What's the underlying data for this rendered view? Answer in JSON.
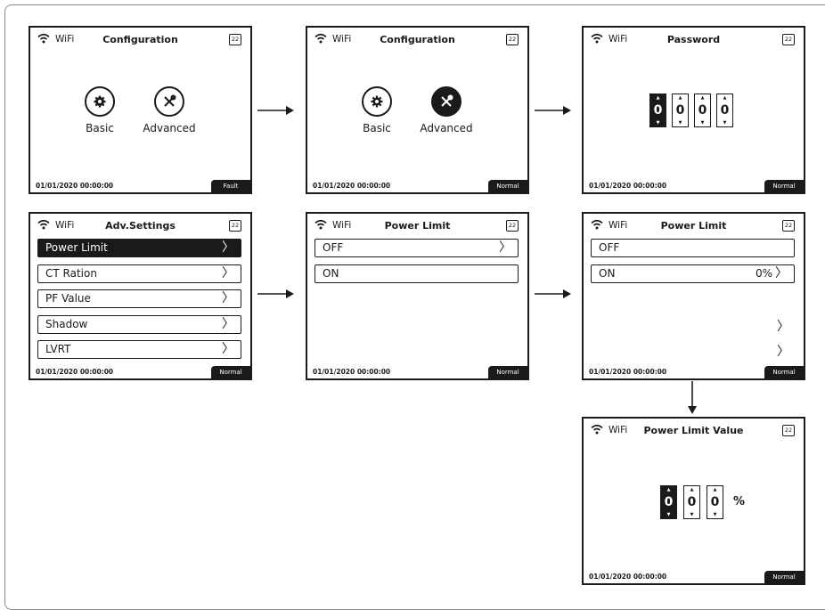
{
  "header": {
    "wifi_label": "WiFi",
    "badge": "22"
  },
  "screens": {
    "s1": {
      "title": "Configuration",
      "basic": "Basic",
      "advanced": "Advanced",
      "date": "01/01/2020  00:00:00",
      "status": "Fault"
    },
    "s2": {
      "title": "Configuration",
      "basic": "Basic",
      "advanced": "Advanced",
      "date": "01/01/2020  00:00:00",
      "status": "Normal"
    },
    "s3": {
      "title": "Password",
      "digits": [
        "0",
        "0",
        "0",
        "0"
      ],
      "date": "01/01/2020  00:00:00",
      "status": "Normal"
    },
    "s4": {
      "title": "Adv.Settings",
      "items": [
        "Power Limit",
        "CT Ration",
        "PF Value",
        "Shadow",
        "LVRT"
      ],
      "date": "01/01/2020  00:00:00",
      "status": "Normal"
    },
    "s5": {
      "title": "Power Limit",
      "items": [
        "OFF",
        "ON"
      ],
      "date": "01/01/2020  00:00:00",
      "status": "Normal"
    },
    "s6": {
      "title": "Power Limit",
      "items": [
        "OFF",
        "ON"
      ],
      "on_value": "0%",
      "date": "01/01/2020  00:00:00",
      "status": "Normal"
    },
    "s7": {
      "title": "Power Limit Value",
      "digits": [
        "0",
        "0",
        "0"
      ],
      "unit": "%",
      "date": "01/01/2020  00:00:00",
      "status": "Normal"
    }
  },
  "icons": {
    "wifi": "wifi-icon",
    "basic": "gear-icon",
    "advanced": "tools-icon",
    "arrow": "right-arrow-icon"
  },
  "colors": {
    "ink": "#1a1a1a",
    "frame": "#8a8a8a",
    "background": "#ffffff"
  }
}
